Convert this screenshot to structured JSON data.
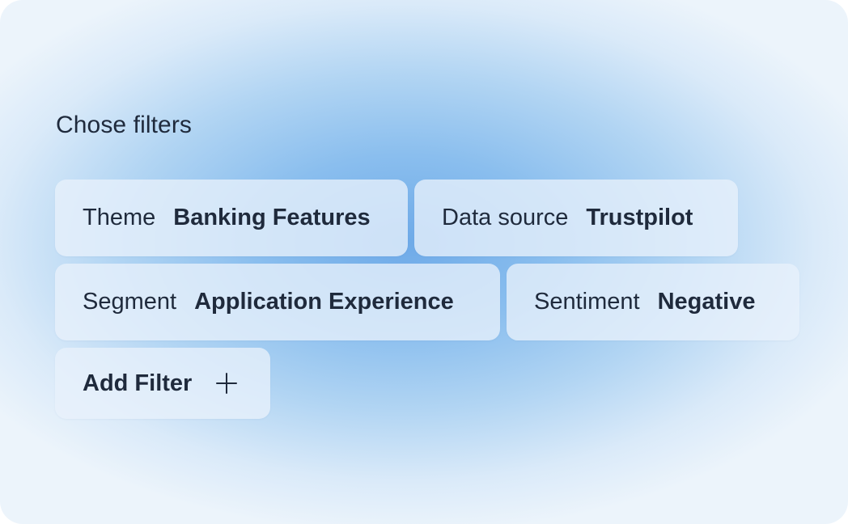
{
  "panel": {
    "title": "Chose filters"
  },
  "filters": [
    {
      "key": "Theme",
      "value": "Banking Features"
    },
    {
      "key": "Data source",
      "value": "Trustpilot"
    },
    {
      "key": "Segment",
      "value": "Application Experience"
    },
    {
      "key": "Sentiment",
      "value": "Negative"
    }
  ],
  "add_filter": {
    "label": "Add Filter",
    "icon": "plus-icon"
  },
  "colors": {
    "text": "#1f2a3c",
    "chip_background": "#e8f1fb",
    "background_center": "#6eaae8",
    "background_edge": "#ecf4fb"
  }
}
